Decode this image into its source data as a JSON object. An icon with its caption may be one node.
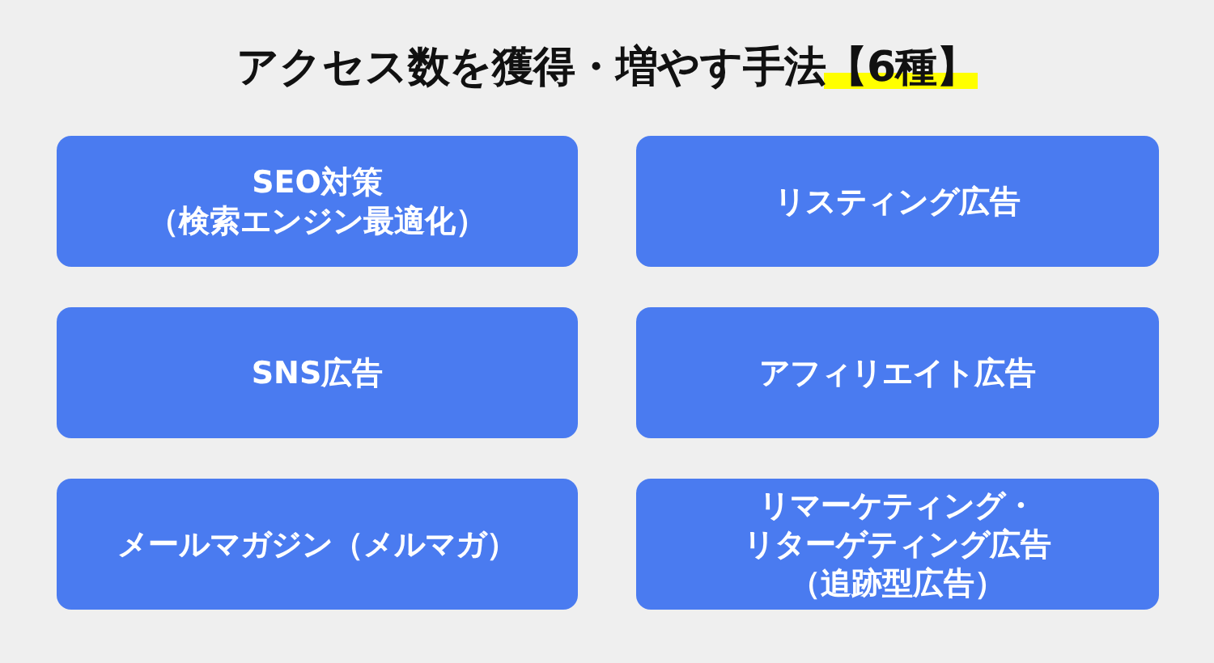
{
  "diagram": {
    "title": "アクセス数を獲得・増やす手法【6種】",
    "nodes": [
      {
        "text": [
          "SEO対策",
          "（検索エンジン最適化）"
        ]
      },
      {
        "text": [
          "リスティング広告"
        ]
      },
      {
        "text": [
          "SNS広告"
        ]
      },
      {
        "text": [
          "アフィリエイト広告"
        ]
      },
      {
        "text": [
          "メールマガジン（メルマガ）"
        ]
      },
      {
        "text": [
          "リマーケティング・リターゲティング広告",
          "（追跡型広告）"
        ]
      }
    ]
  }
}
